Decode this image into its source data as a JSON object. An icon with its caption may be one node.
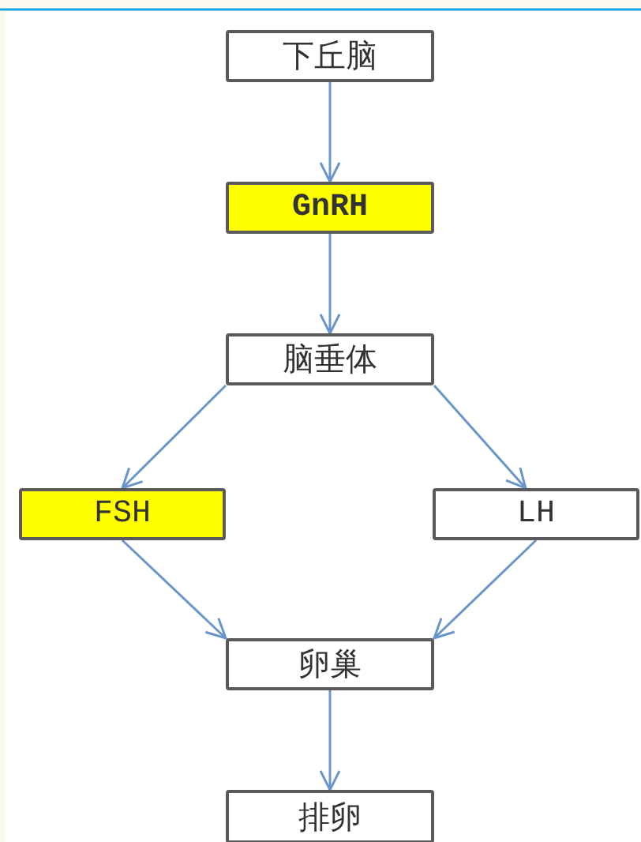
{
  "diagram": {
    "nodes": [
      {
        "text": [
          "下丘脑"
        ]
      },
      {
        "text": [
          "GnRH"
        ]
      },
      {
        "text": [
          "脑垂体"
        ]
      },
      {
        "text": [
          "FSH"
        ]
      },
      {
        "text": [
          "LH"
        ]
      },
      {
        "text": [
          "卵巢"
        ]
      },
      {
        "text": [
          "排卵"
        ]
      }
    ],
    "edges": [
      {
        "from": 0,
        "to": 1,
        "arrow": "to"
      },
      {
        "from": 1,
        "to": 2,
        "arrow": "to"
      },
      {
        "from": 2,
        "to": 3,
        "arrow": "to"
      },
      {
        "from": 2,
        "to": 4,
        "arrow": "to"
      },
      {
        "from": 3,
        "to": 5,
        "arrow": "to"
      },
      {
        "from": 4,
        "to": 5,
        "arrow": "to"
      },
      {
        "from": 5,
        "to": 6,
        "arrow": "to"
      }
    ]
  }
}
